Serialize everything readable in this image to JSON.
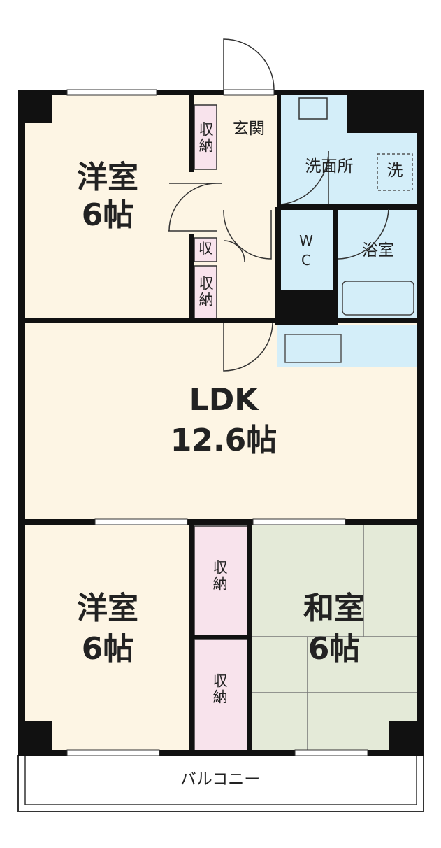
{
  "colors": {
    "wall": "#111111",
    "western_floor": "#fdf5e4",
    "tatami": "#e4ead8",
    "storage": "#f8e3ec",
    "wet_area": "#d4eef9",
    "balcony": "#ffffff"
  },
  "rooms": {
    "western_top": {
      "name": "洋室",
      "size": "6帖"
    },
    "ldk": {
      "name": "LDK",
      "size": "12.6帖"
    },
    "western_bottom": {
      "name": "洋室",
      "size": "6帖"
    },
    "japanese": {
      "name": "和室",
      "size": "6帖"
    },
    "entrance": "玄関",
    "washroom": "洗面所",
    "washer": "洗",
    "wc": "W\nC",
    "bathroom": "浴室",
    "balcony": "バルコニー"
  },
  "storage": {
    "closet_top": "収納",
    "closet_small": "収",
    "closet_mid": "収納",
    "closet_bottom_1": "収納",
    "closet_bottom_2": "収納"
  }
}
